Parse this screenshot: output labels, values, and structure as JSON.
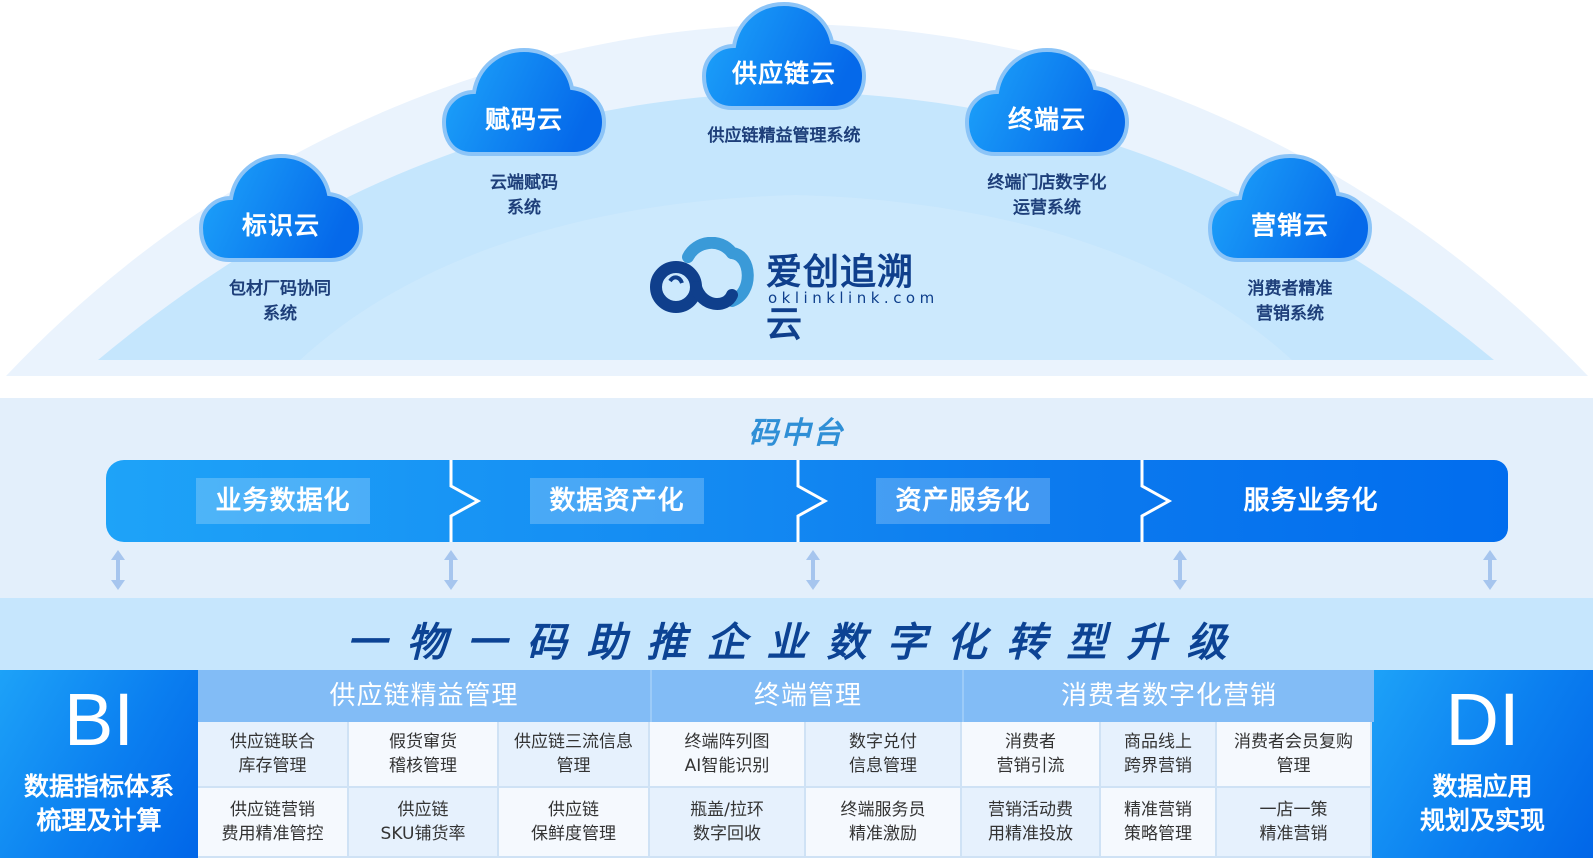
{
  "colors": {
    "brand_blue": "#0b7ff0",
    "dark_navy": "#0c4394",
    "light_band": "#c6e6fd",
    "platform_title": "#2f8fd6",
    "category_header": "#82bcf6"
  },
  "logo": {
    "name": "爱创追溯云",
    "url": "oklinklink.com",
    "icon": "cloud-logo-icon"
  },
  "clouds": [
    {
      "label": "标识云",
      "desc_line1": "包材厂码协同",
      "desc_line2": "系统"
    },
    {
      "label": "赋码云",
      "desc_line1": "云端赋码",
      "desc_line2": "系统"
    },
    {
      "label": "供应链云",
      "desc_line1": "供应链精益管理系统",
      "desc_line2": ""
    },
    {
      "label": "终端云",
      "desc_line1": "终端门店数字化",
      "desc_line2": "运营系统"
    },
    {
      "label": "营销云",
      "desc_line1": "消费者精准",
      "desc_line2": "营销系统"
    }
  ],
  "platform": {
    "title": "码中台",
    "stages": [
      "业务数据化",
      "数据资产化",
      "资产服务化",
      "服务业务化"
    ]
  },
  "banner": {
    "text": "一物一码助推企业数字化转型升级"
  },
  "left_box": {
    "big": "BI",
    "line1": "数据指标体系",
    "line2": "梳理及计算"
  },
  "right_box": {
    "big": "DI",
    "line1": "数据应用",
    "line2": "规划及实现"
  },
  "categories": [
    {
      "title": "供应链精益管理",
      "cells": [
        [
          "供应链联合",
          "库存管理"
        ],
        [
          "假货窜货",
          "稽核管理"
        ],
        [
          "供应链三流信息",
          "管理"
        ],
        [
          "供应链营销",
          "费用精准管控"
        ],
        [
          "供应链",
          "SKU铺货率"
        ],
        [
          "供应链",
          "保鲜度管理"
        ]
      ]
    },
    {
      "title": "终端管理",
      "cells": [
        [
          "终端阵列图",
          "AI智能识别"
        ],
        [
          "数字兑付",
          "信息管理"
        ],
        [
          "瓶盖/拉环",
          "数字回收"
        ],
        [
          "终端服务员",
          "精准激励"
        ]
      ]
    },
    {
      "title": "消费者数字化营销",
      "cells": [
        [
          "消费者",
          "营销引流"
        ],
        [
          "商品线上",
          "跨界营销"
        ],
        [
          "消费者会员复购",
          "管理"
        ],
        [
          "营销活动费",
          "用精准投放"
        ],
        [
          "精准营销",
          "策略管理"
        ],
        [
          "一店一策",
          "精准营销"
        ]
      ]
    }
  ]
}
